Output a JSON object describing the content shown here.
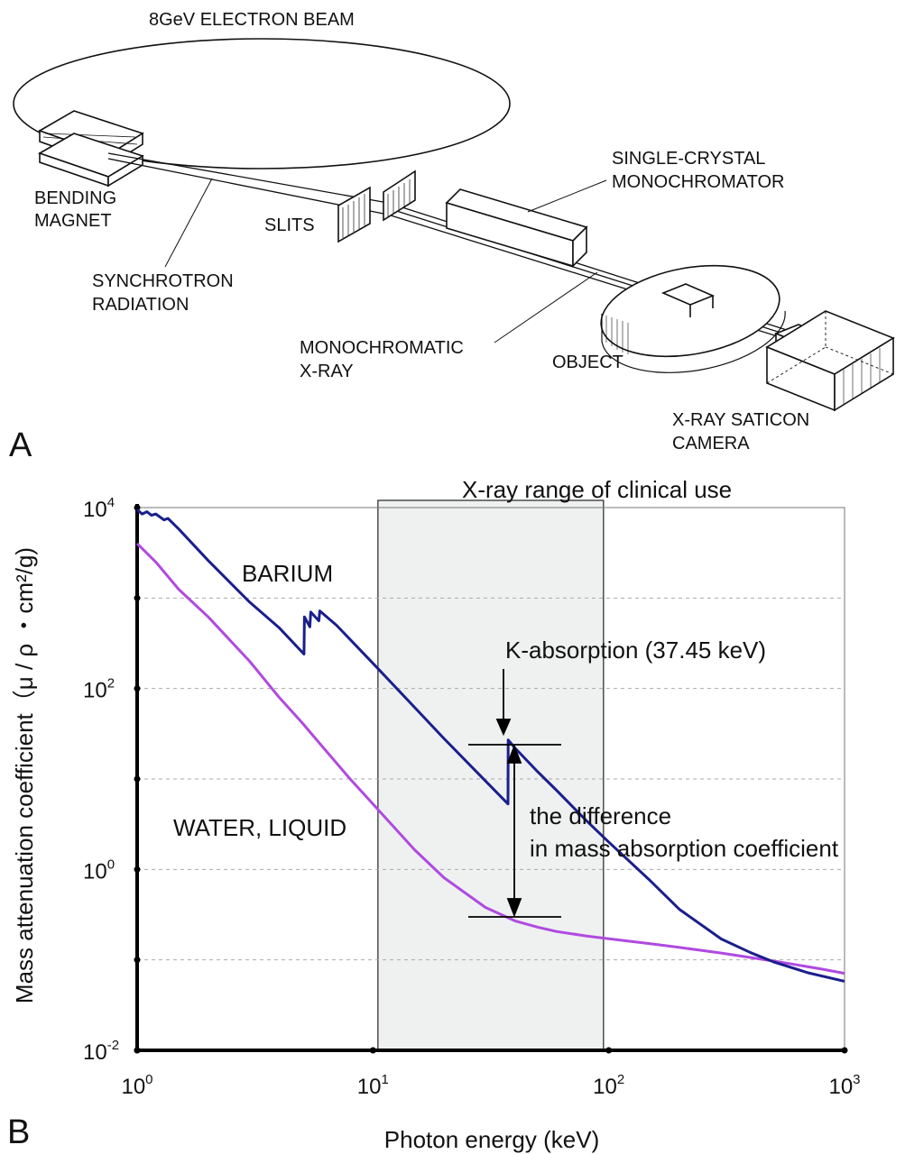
{
  "panel_a": {
    "letter": "A",
    "labels": {
      "beam": "8GeV ELECTRON BEAM",
      "bending_1": "BENDING",
      "bending_2": "MAGNET",
      "slits": "SLITS",
      "synchrotron_1": "SYNCHROTRON",
      "synchrotron_2": "RADIATION",
      "crystal_1": "SINGLE-CRYSTAL",
      "crystal_2": "MONOCHROMATOR",
      "mono_1": "MONOCHROMATIC",
      "mono_2": "X-RAY",
      "object": "OBJECT",
      "camera_1": "X-RAY SATICON",
      "camera_2": "CAMERA"
    }
  },
  "panel_b": {
    "letter": "B",
    "annotations": {
      "clinical": "X-ray range of clinical use",
      "barium": "BARIUM",
      "water": "WATER, LIQUID",
      "k_absorption": "K-absorption (37.45 keV)",
      "difference_1": "the difference",
      "difference_2": "in mass absorption coefficient"
    }
  },
  "chart_data": {
    "type": "line",
    "xlabel": "Photon energy (keV)",
    "ylabel": "Mass attenuation coefficient（μ / ρ ・cm²/g)",
    "x_scale": "log",
    "y_scale": "log",
    "xlim": [
      1,
      1000
    ],
    "ylim": [
      0.01,
      10000
    ],
    "x_ticks": [
      {
        "base": "10",
        "exp": "0",
        "value": 1
      },
      {
        "base": "10",
        "exp": "1",
        "value": 10
      },
      {
        "base": "10",
        "exp": "2",
        "value": 100
      },
      {
        "base": "10",
        "exp": "3",
        "value": 1000
      }
    ],
    "y_ticks": [
      {
        "base": "10",
        "exp": "4",
        "value": 10000
      },
      {
        "base": "10",
        "exp": "2",
        "value": 100
      },
      {
        "base": "10",
        "exp": "0",
        "value": 1
      },
      {
        "base": "10",
        "exp": "-2",
        "value": 0.01
      }
    ],
    "grid": "horizontal dashed at each decade",
    "shaded_range": [
      10.5,
      95
    ],
    "series": [
      {
        "name": "BARIUM",
        "color": "#1a1f8c",
        "points": [
          [
            1.0,
            9500
          ],
          [
            1.05,
            8500
          ],
          [
            1.1,
            9000
          ],
          [
            1.15,
            8200
          ],
          [
            1.2,
            8500
          ],
          [
            1.3,
            7300
          ],
          [
            1.35,
            7600
          ],
          [
            1.5,
            5800
          ],
          [
            2.0,
            2600
          ],
          [
            3.0,
            900
          ],
          [
            4.0,
            470
          ],
          [
            5.1,
            240
          ],
          [
            5.12,
            620
          ],
          [
            5.4,
            480
          ],
          [
            5.45,
            700
          ],
          [
            5.9,
            560
          ],
          [
            5.95,
            720
          ],
          [
            7.0,
            500
          ],
          [
            10.0,
            190
          ],
          [
            15.0,
            62
          ],
          [
            20.0,
            28
          ],
          [
            30.0,
            9.5
          ],
          [
            37.4,
            5.3
          ],
          [
            37.45,
            27
          ],
          [
            40.0,
            22
          ],
          [
            50.0,
            12
          ],
          [
            60.0,
            7.5
          ],
          [
            80.0,
            3.5
          ],
          [
            100.0,
            2.0
          ],
          [
            150.0,
            0.75
          ],
          [
            200.0,
            0.36
          ],
          [
            300.0,
            0.17
          ],
          [
            400.0,
            0.12
          ],
          [
            500.0,
            0.095
          ],
          [
            700.0,
            0.072
          ],
          [
            1000.0,
            0.058
          ]
        ]
      },
      {
        "name": "WATER, LIQUID",
        "color": "#b04ae0",
        "points": [
          [
            1.0,
            4000
          ],
          [
            1.2,
            2500
          ],
          [
            1.5,
            1250
          ],
          [
            2.0,
            620
          ],
          [
            3.0,
            200
          ],
          [
            4.0,
            80
          ],
          [
            5.0,
            42
          ],
          [
            6.0,
            24
          ],
          [
            8.0,
            10
          ],
          [
            10.0,
            5.3
          ],
          [
            15.0,
            1.65
          ],
          [
            20.0,
            0.81
          ],
          [
            30.0,
            0.38
          ],
          [
            40.0,
            0.27
          ],
          [
            50.0,
            0.23
          ],
          [
            60.0,
            0.206
          ],
          [
            80.0,
            0.184
          ],
          [
            100.0,
            0.171
          ],
          [
            150.0,
            0.151
          ],
          [
            200.0,
            0.137
          ],
          [
            300.0,
            0.119
          ],
          [
            400.0,
            0.106
          ],
          [
            500.0,
            0.097
          ],
          [
            600.0,
            0.09
          ],
          [
            800.0,
            0.079
          ],
          [
            1000.0,
            0.071
          ]
        ]
      }
    ]
  }
}
